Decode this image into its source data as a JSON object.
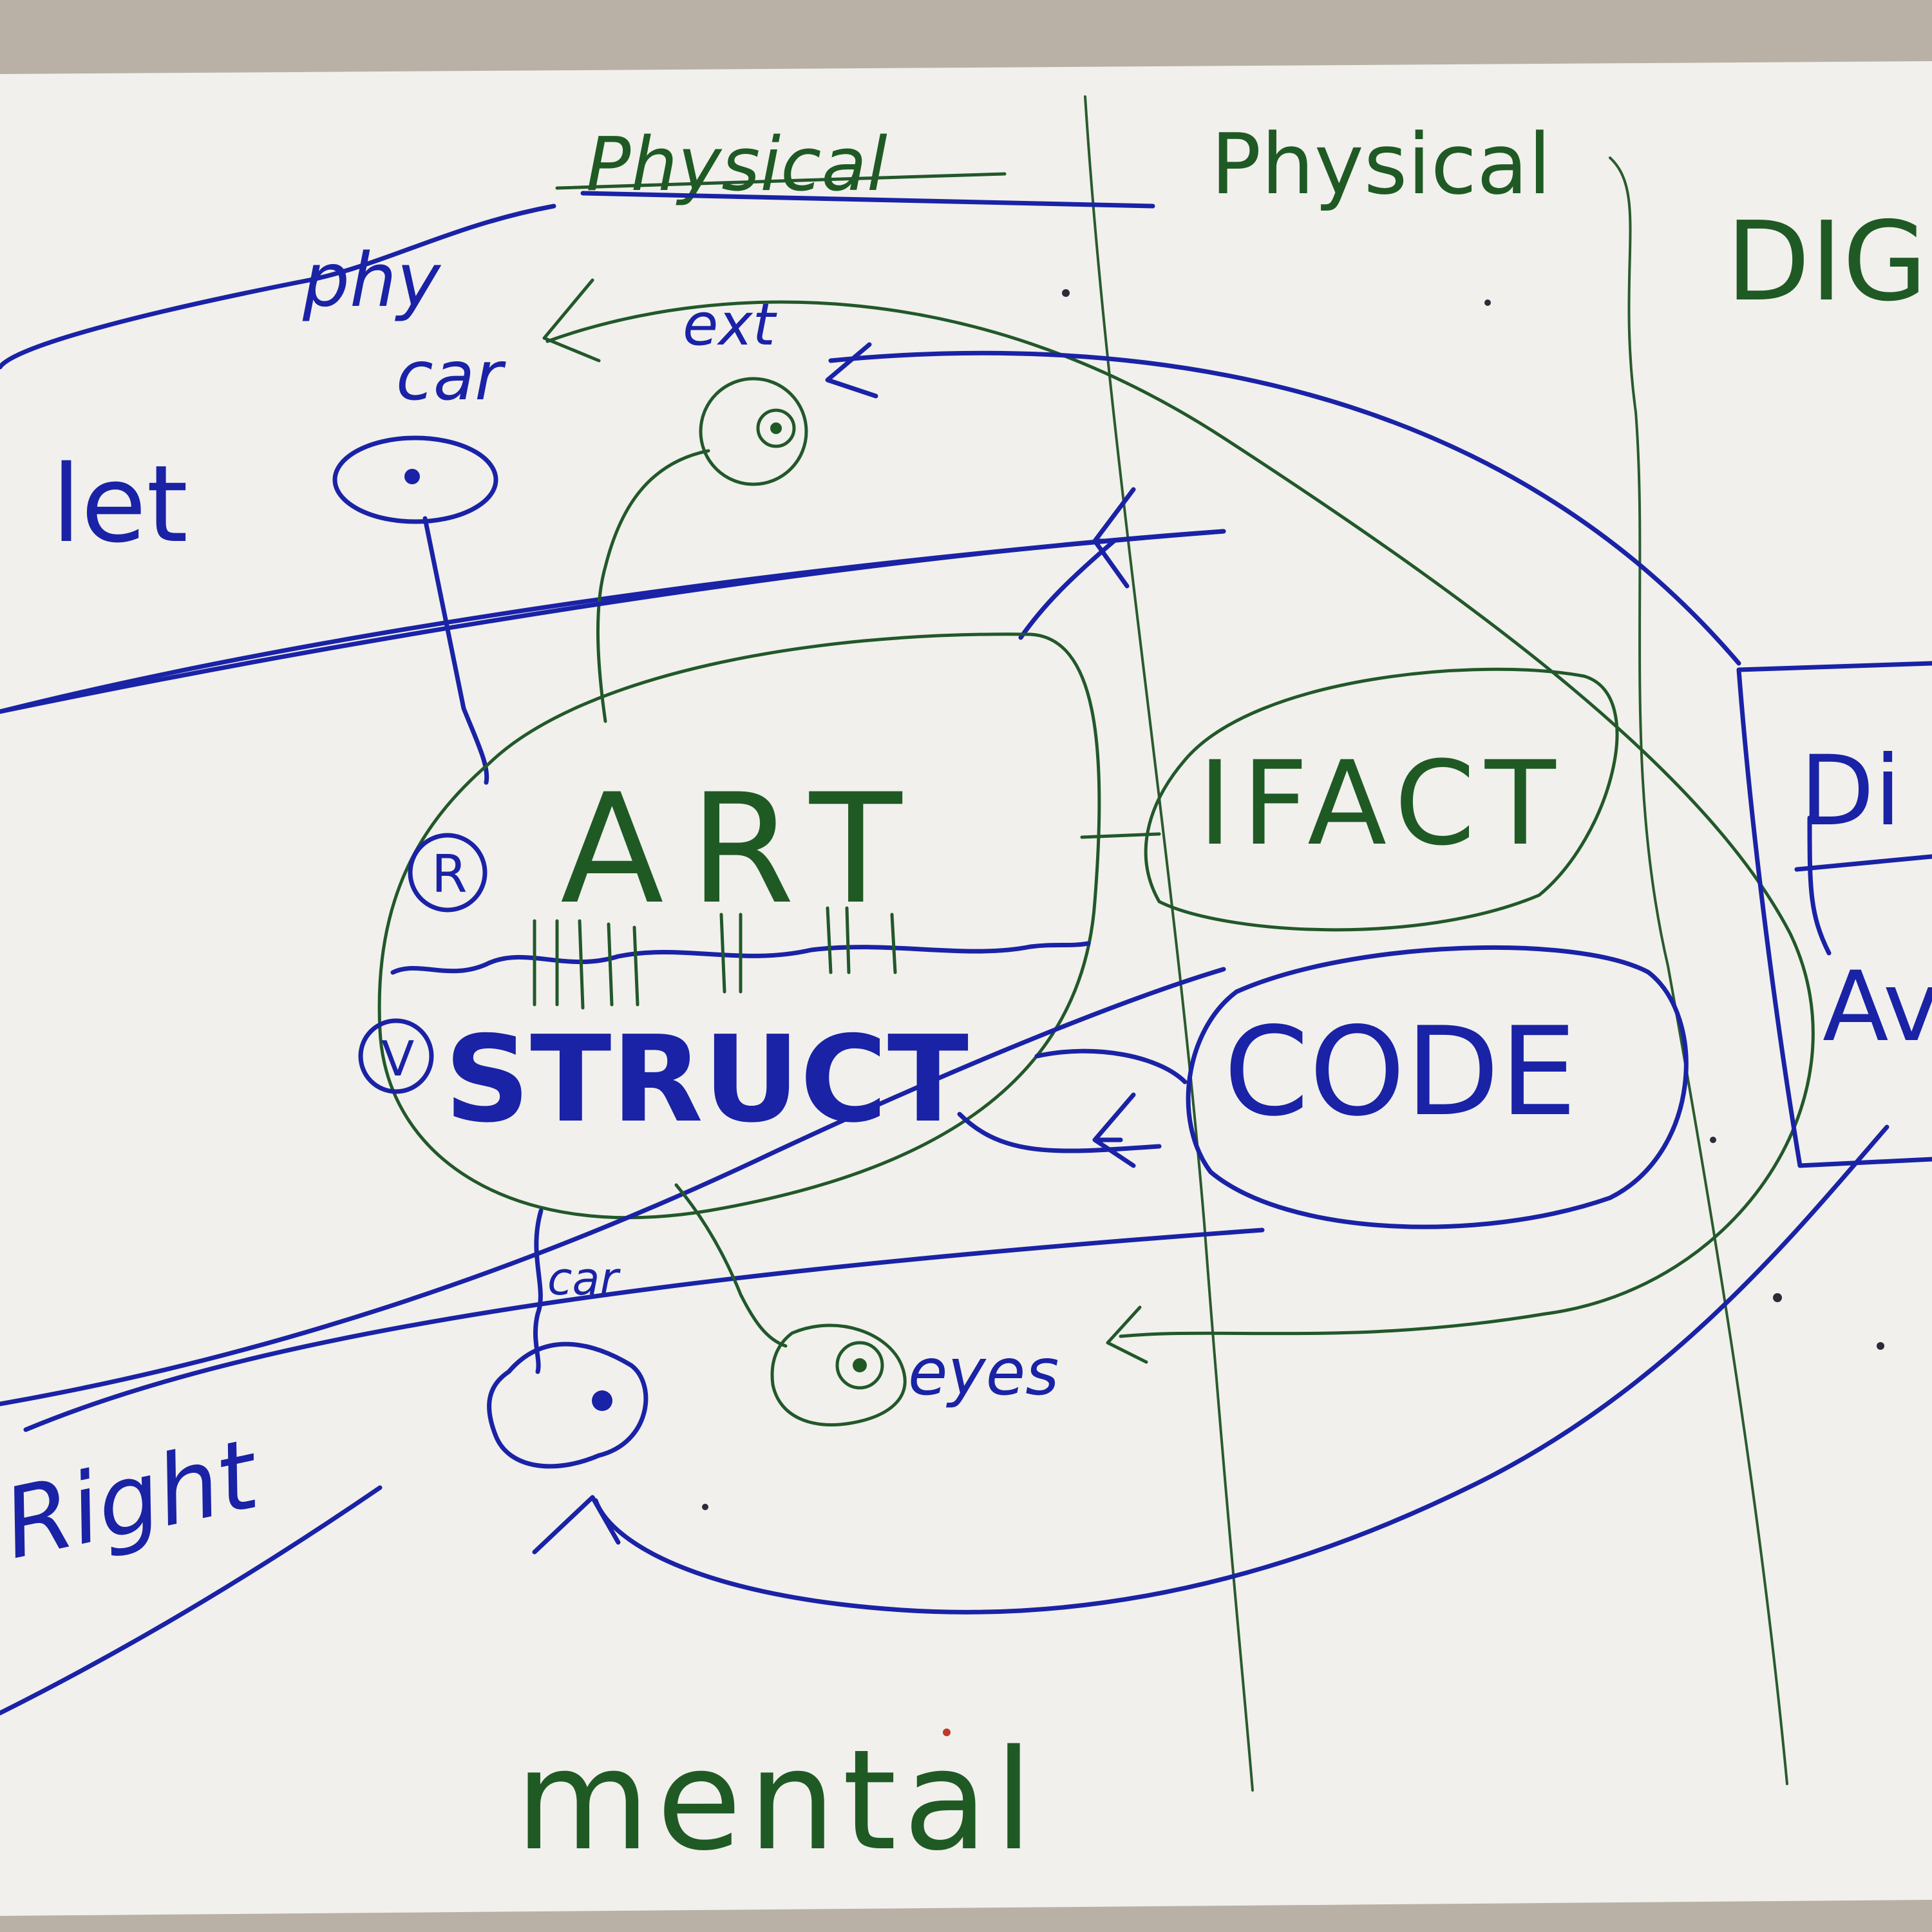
{
  "labels": {
    "physical_struck": "Physical",
    "physical": "Physical",
    "digital": "DIG",
    "phy": "phy",
    "car_top": "car",
    "ext": "ext",
    "let": "let",
    "art": "ART",
    "struct": "STRUCT",
    "ifact": "IFACT",
    "code": "CODE",
    "digital_box": "Di",
    "av_box": "Av",
    "car_bottom": "car",
    "eyes": "eyes",
    "right": "Right",
    "mental": "mental",
    "r_mark": "R",
    "v_mark": "V"
  },
  "colors": {
    "paper": "#f1f0ec",
    "blue_ink": "#1a22a6",
    "green_ink": "#1f5a24",
    "table": "#b9b1a6"
  }
}
